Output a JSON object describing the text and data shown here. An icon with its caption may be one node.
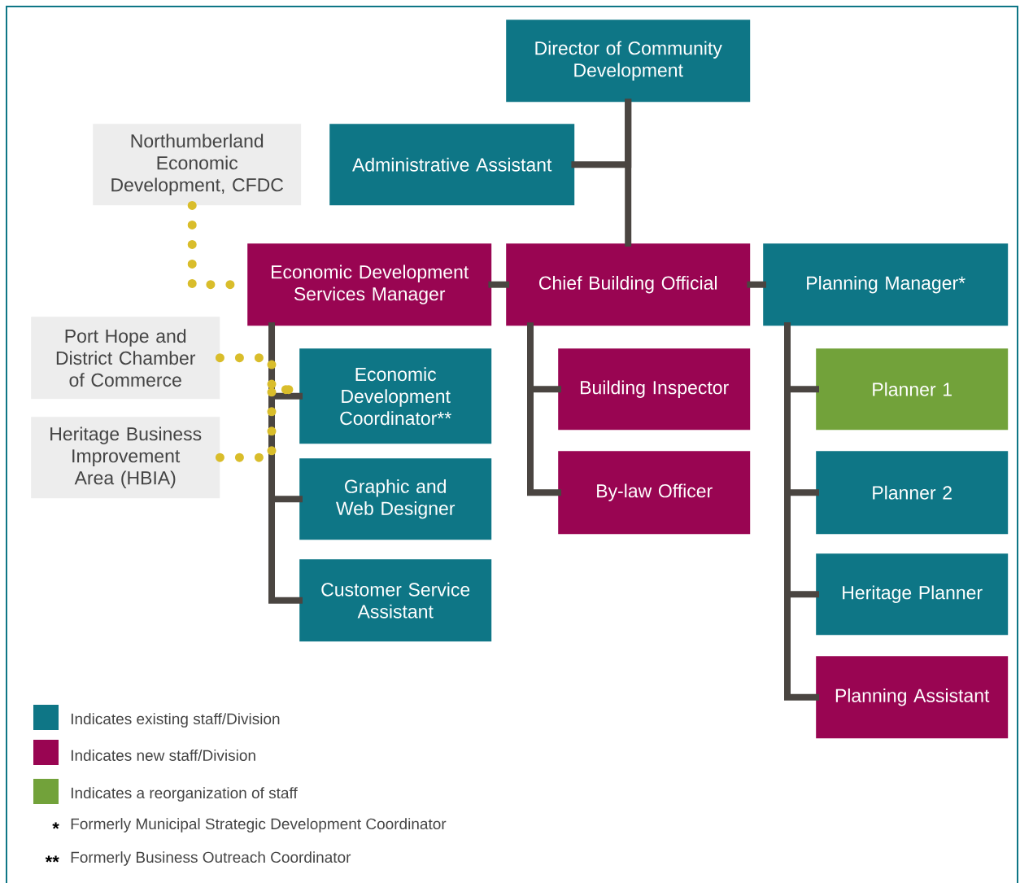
{
  "diagram": {
    "nodes": [
      {
        "text": [
          "Director of Community Development"
        ]
      },
      {
        "text": [
          "Administrative Assistant"
        ]
      },
      {
        "text": [
          "Northumberland Economic Development, CFDC"
        ]
      },
      {
        "text": [
          "Economic Development Services Manager"
        ]
      },
      {
        "text": [
          "Chief Building Official"
        ]
      },
      {
        "text": [
          "Planning Manager*"
        ]
      },
      {
        "text": [
          "Port Hope and District Chamber of Commerce"
        ]
      },
      {
        "text": [
          "Economic Development Coordinator**"
        ]
      },
      {
        "text": [
          "Building Inspector"
        ]
      },
      {
        "text": [
          "Planner 1"
        ]
      },
      {
        "text": [
          "Heritage Business Improvement Area (HBIA)"
        ]
      },
      {
        "text": [
          "Graphic and Web Designer"
        ]
      },
      {
        "text": [
          "By-law Officer"
        ]
      },
      {
        "text": [
          "Planner 2"
        ]
      },
      {
        "text": [
          "Customer Service Assistant"
        ]
      },
      {
        "text": [
          "Heritage Planner"
        ]
      },
      {
        "text": [
          "Planning Assistant"
        ]
      }
    ],
    "edges": [
      {
        "from": 0,
        "to": 1,
        "arrow": "none"
      },
      {
        "from": 0,
        "to": 4,
        "arrow": "none"
      },
      {
        "from": 4,
        "to": 3,
        "arrow": "none"
      },
      {
        "from": 4,
        "to": 5,
        "arrow": "none"
      },
      {
        "from": 3,
        "to": 7,
        "arrow": "none"
      },
      {
        "from": 3,
        "to": 11,
        "arrow": "none"
      },
      {
        "from": 3,
        "to": 14,
        "arrow": "none"
      },
      {
        "from": 4,
        "to": 8,
        "arrow": "none"
      },
      {
        "from": 4,
        "to": 12,
        "arrow": "none"
      },
      {
        "from": 5,
        "to": 9,
        "arrow": "none"
      },
      {
        "from": 5,
        "to": 13,
        "arrow": "none"
      },
      {
        "from": 5,
        "to": 15,
        "arrow": "none"
      },
      {
        "from": 5,
        "to": 16,
        "arrow": "none"
      },
      {
        "from": 2,
        "to": 3,
        "arrow": "none",
        "style": "dashed",
        "color": "#d9bd2b"
      },
      {
        "from": 6,
        "to": 7,
        "arrow": "none",
        "style": "dashed",
        "color": "#d9bd2b"
      },
      {
        "from": 10,
        "to": 7,
        "arrow": "none",
        "style": "dashed",
        "color": "#d9bd2b"
      }
    ],
    "labels": [
      "*",
      "Formerly Municipal Strategic Development Coordinator",
      "**",
      "Formerly Business Outreach Coordinator"
    ],
    "legend": [
      {
        "text": "Indicates existing staff/Division",
        "color": "#0e7686"
      },
      {
        "text": "Indicates new staff/Division",
        "color": "#990552"
      },
      {
        "text": "Indicates a reorganization of staff",
        "color": "#72a23a"
      }
    ]
  }
}
